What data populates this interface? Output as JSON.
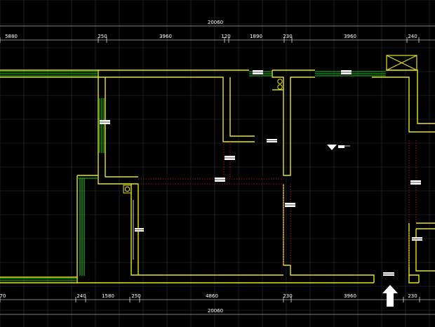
{
  "colors": {
    "background": "#000000",
    "grid": "#2a2f36",
    "wall": "#e6e619",
    "window": "#19c819",
    "hidden_line": "#c81e1e",
    "dimension": "#ffffff",
    "door_gray": "#8a8a8a"
  },
  "dimensions": {
    "top_total": "20060",
    "top_segments": [
      "5880",
      "250",
      "3960",
      "120",
      "1890",
      "230",
      "3960",
      "240"
    ],
    "bottom_segments": [
      "70",
      "240",
      "1580",
      "250",
      "4860",
      "230",
      "3960",
      "230"
    ],
    "bottom_total": "20060"
  },
  "symbols": {
    "entry_arrow": "up-arrow-icon",
    "level_marker": "down-triangle-icon",
    "shaft": "x-box-icon"
  }
}
